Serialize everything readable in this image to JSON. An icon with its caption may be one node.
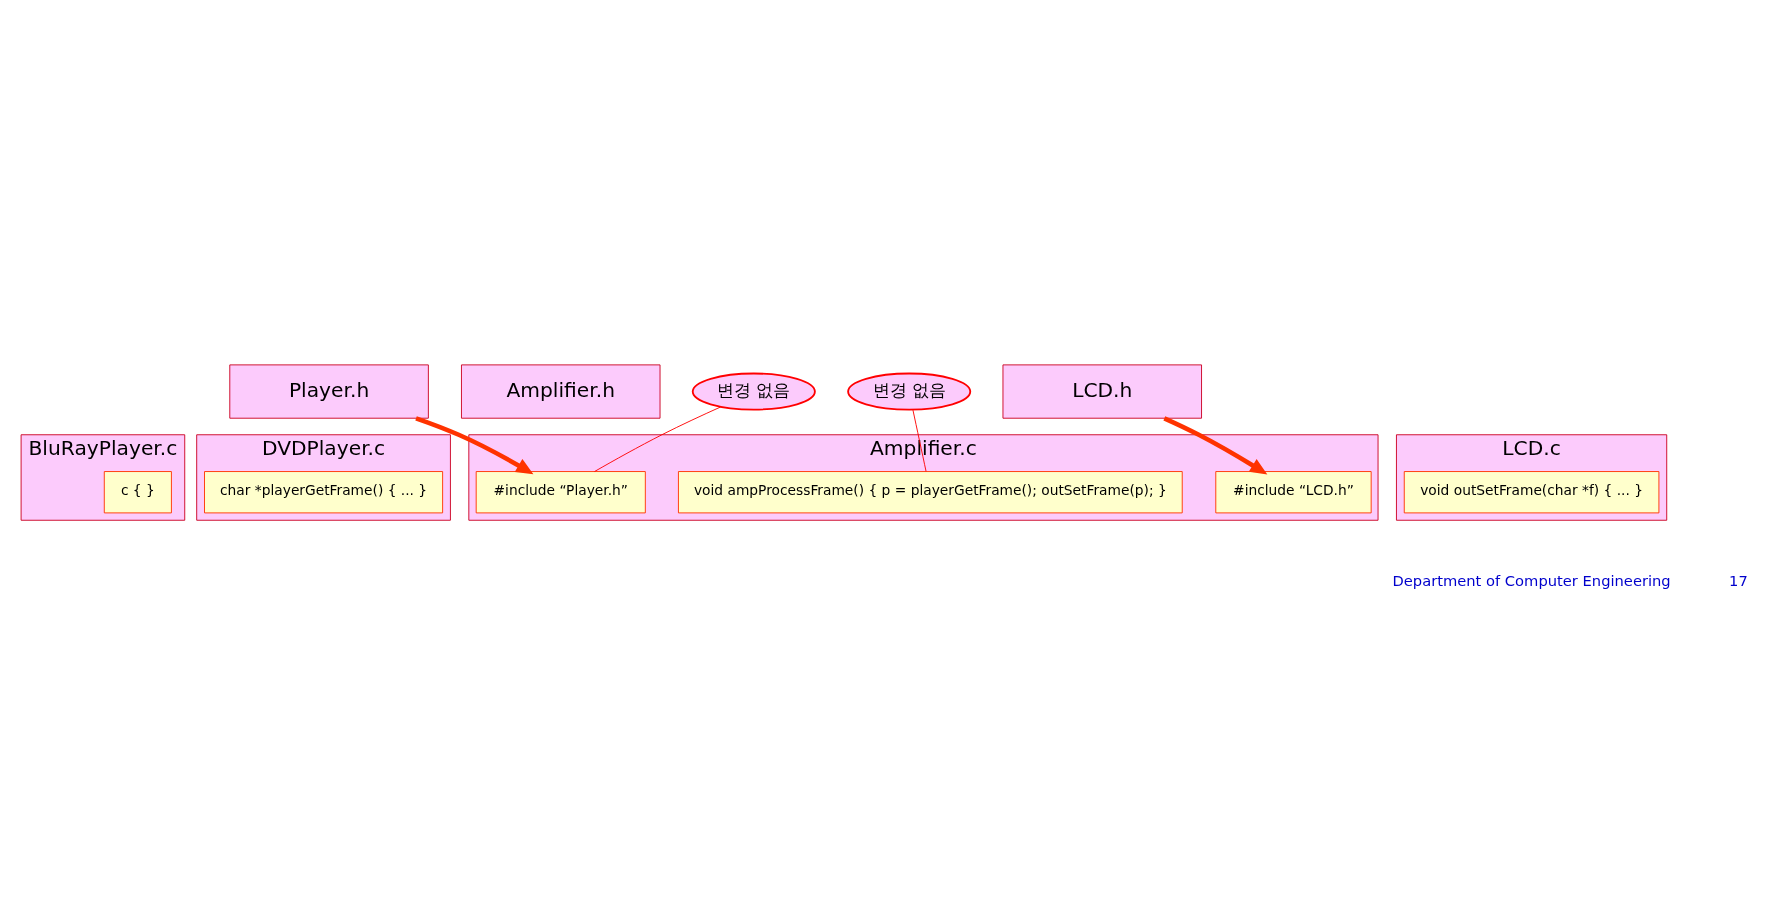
{
  "diagram": {
    "nodes": [
      {
        "text": [
          "Player.h"
        ]
      },
      {
        "text": [
          "Amplifier.h"
        ]
      },
      {
        "text": [
          "LCD.h"
        ]
      },
      {
        "text": [
          "BluRayPlayer.c"
        ]
      },
      {
        "text": [
          "c { }"
        ],
        "in": 3
      },
      {
        "text": [
          "DVDPlayer.c"
        ]
      },
      {
        "text": [
          "char *playerGetFrame() { ... }"
        ],
        "in": 5
      },
      {
        "text": [
          "Amplifier.c"
        ]
      },
      {
        "text": [
          "#include “Player.h”"
        ],
        "in": 7
      },
      {
        "text": [
          "#include “LCD.h”"
        ],
        "in": 7
      },
      {
        "text": [
          "void ampProcessFrame() { p = playerGetFrame(); outSetFrame(p); }"
        ],
        "in": 7
      },
      {
        "text": [
          "변경 없음"
        ]
      },
      {
        "text": [
          "변경 없음"
        ]
      },
      {
        "text": [
          "LCD.c"
        ]
      },
      {
        "text": [
          "void outSetFrame(char *f) { ... }"
        ],
        "in": 13
      }
    ],
    "edges": [
      {
        "from": 0,
        "to": 8,
        "arrow": "to",
        "style": "thick",
        "color": "#ff3300"
      },
      {
        "from": 2,
        "to": 9,
        "arrow": "to",
        "style": "thick",
        "color": "#ff3300"
      },
      {
        "from": 11,
        "to": 8,
        "arrow": "none",
        "color": "#ff0000"
      },
      {
        "from": 12,
        "to": 10,
        "arrow": "none",
        "color": "#ff0000"
      }
    ],
    "labels": [
      "Department of Computer Engineering",
      "17"
    ]
  }
}
